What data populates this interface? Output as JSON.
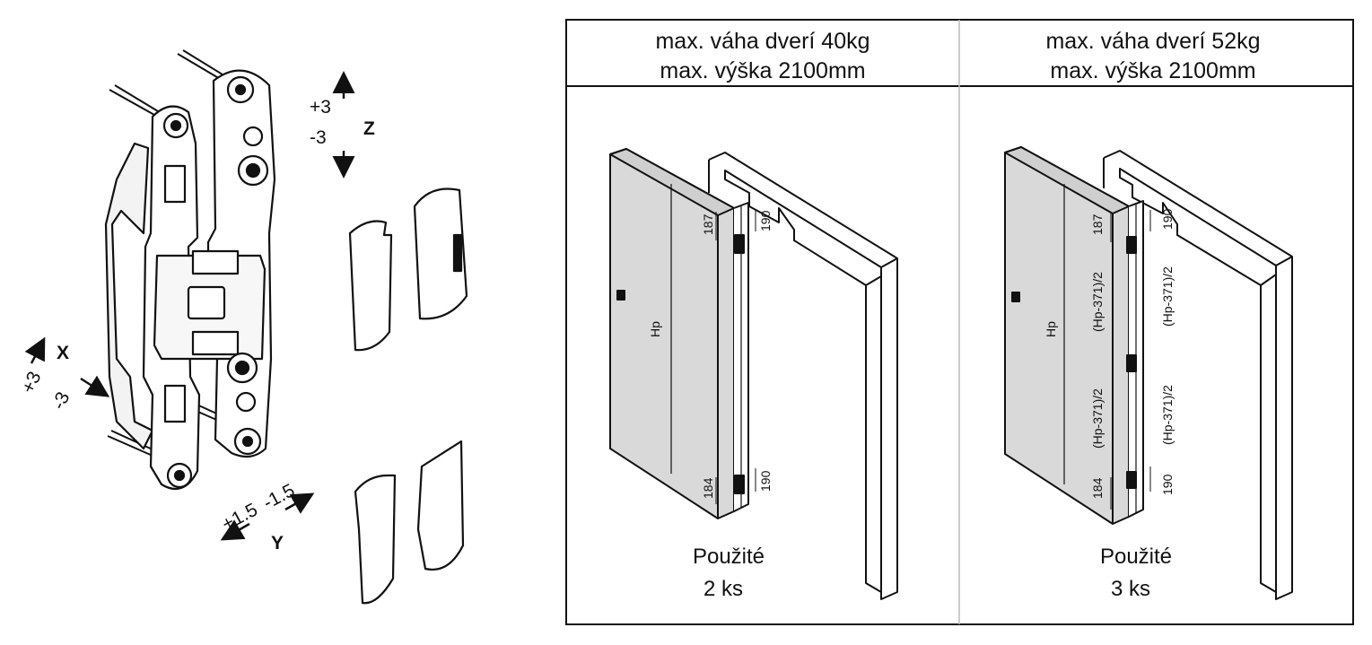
{
  "axes": {
    "z": {
      "label": "Z",
      "plus": "+3",
      "minus": "-3"
    },
    "x": {
      "label": "X",
      "plus": "+3",
      "minus": "-3"
    },
    "y": {
      "label": "Y",
      "plus": "+1.5",
      "minus": "-1.5"
    }
  },
  "table": {
    "columns": [
      {
        "header_line1": "max. váha dverí 40kg",
        "header_line2": "max. výška 2100mm",
        "caption_line1": "Použité",
        "caption_line2": "2 ks",
        "dims": {
          "top_leaf": "187",
          "top_frame": "190",
          "bottom_leaf": "184",
          "bottom_frame": "190",
          "height": "Hp"
        }
      },
      {
        "header_line1": "max. váha dverí 52kg",
        "header_line2": "max. výška 2100mm",
        "caption_line1": "Použité",
        "caption_line2": "3 ks",
        "dims": {
          "top_leaf": "187",
          "top_frame": "190",
          "bottom_leaf": "184",
          "bottom_frame": "190",
          "height": "Hp",
          "mid_leaf_top": "(Hp-371)/2",
          "mid_leaf_bottom": "(Hp-371)/2",
          "mid_frame_top": "(Hp-371)/2",
          "mid_frame_bottom": "(Hp-371)/2"
        }
      }
    ]
  },
  "colors": {
    "door_fill": "#d9d9d9",
    "line": "#111111",
    "part_fill": "#e6e6e6"
  }
}
